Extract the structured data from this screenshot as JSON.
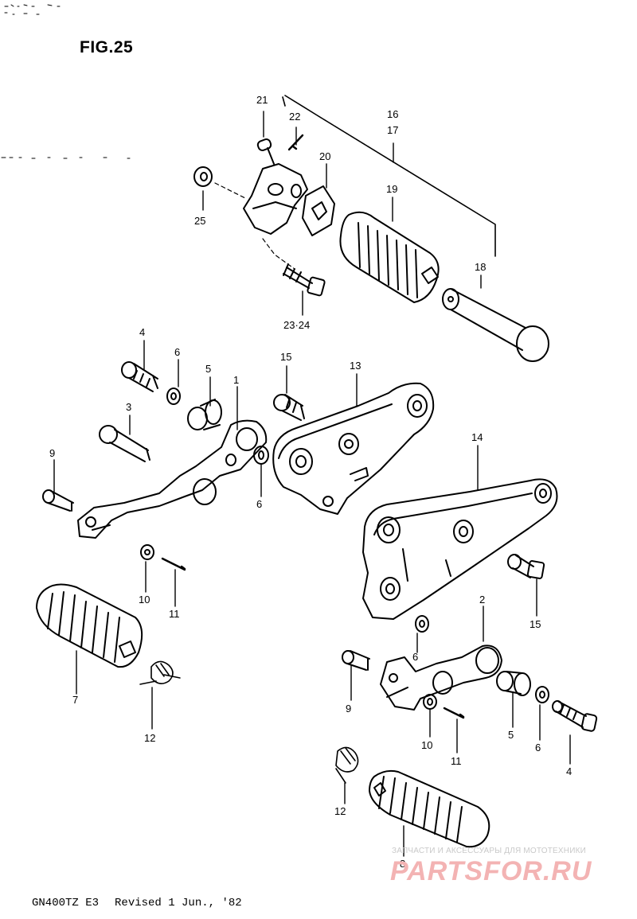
{
  "figure": {
    "title": "FIG.25",
    "model": "GN400TZ E3",
    "revision": "Revised 1 Jun., '82"
  },
  "callouts": [
    "21",
    "22",
    "16",
    "17",
    "20",
    "19",
    "25",
    "18",
    "23·24",
    "4",
    "6",
    "5",
    "1",
    "15",
    "13",
    "3",
    "9",
    "6",
    "14",
    "10",
    "11",
    "7",
    "12",
    "2",
    "6",
    "15",
    "9",
    "10",
    "11",
    "5",
    "6",
    "4",
    "12",
    "8"
  ],
  "watermark": {
    "small": "ЗАПЧАСТИ И АКСЕССУАРЫ ДЛЯ МОТОТЕХНИКИ",
    "brand": "PARTSFOR.RU"
  }
}
